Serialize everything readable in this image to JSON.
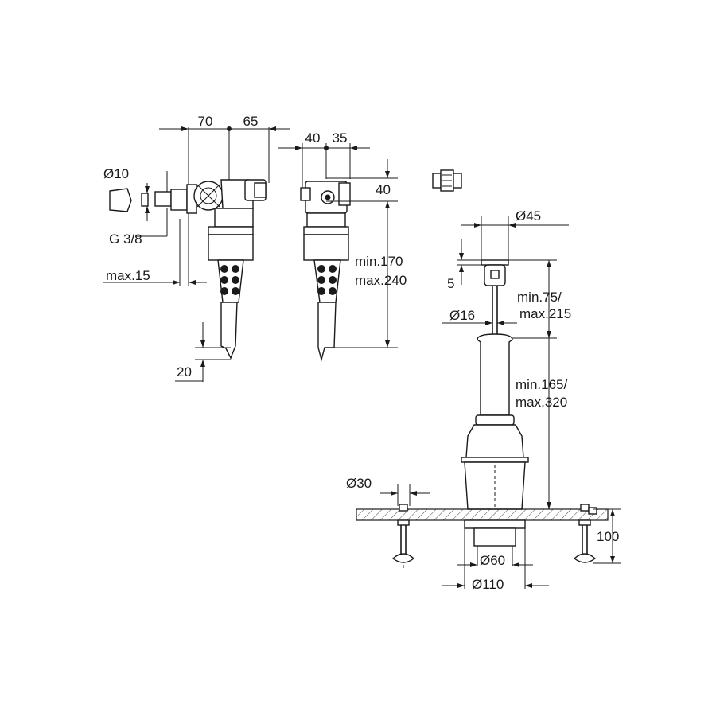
{
  "drawing": {
    "fill_valve_side": {
      "dim_width_left": "70",
      "dim_width_right": "65",
      "dim_inlet_diameter": "Ø10",
      "dim_thread": "G 3/8",
      "dim_max_offset": "max.15",
      "dim_bottom": "20"
    },
    "fill_valve_front": {
      "dim_width_left": "40",
      "dim_width_right": "35",
      "dim_head_height": "40",
      "dim_height_min": "min.170",
      "dim_height_max": "max.240"
    },
    "flush_valve": {
      "dim_button_diameter": "Ø45",
      "dim_button_height": "5",
      "dim_rod_min": "min.75/",
      "dim_rod_max": "max.215",
      "dim_rod_diameter": "Ø16",
      "dim_body_min": "min.165/",
      "dim_body_max": "max.320",
      "dim_bolt_diameter": "Ø30",
      "dim_bolt_length": "100",
      "dim_outlet_inner": "Ø60",
      "dim_outlet_outer": "Ø110"
    }
  }
}
